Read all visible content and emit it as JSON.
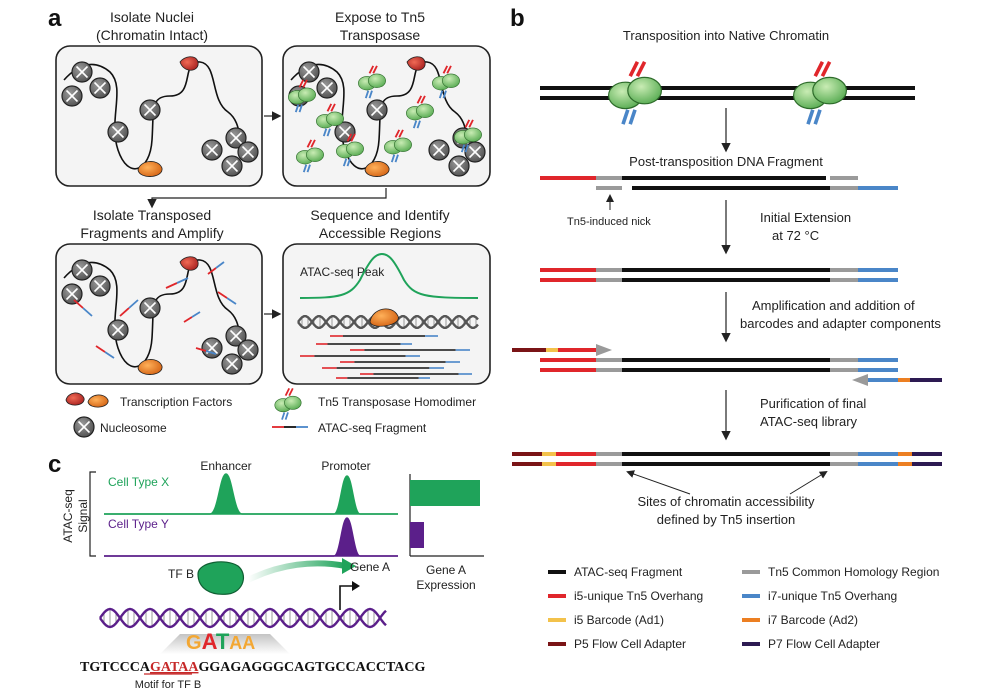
{
  "panel_a": {
    "label": "a",
    "step1_title": [
      "Isolate Nuclei",
      "(Chromatin Intact)"
    ],
    "step2_title": [
      "Expose to Tn5",
      "Transposase"
    ],
    "step3_title": [
      "Isolate Transposed",
      "Fragments and Amplify"
    ],
    "step4_title": [
      "Sequence and Identify",
      "Accessible Regions"
    ],
    "peak_label": "ATAC-seq Peak",
    "legend": {
      "transcription_factors": "Transcription Factors",
      "nucleosome": "Nucleosome",
      "tn5_homodimer": "Tn5 Transposase Homodimer",
      "atac_fragment": "ATAC-seq Fragment"
    }
  },
  "panel_b": {
    "label": "b",
    "title": "Transposition into Native Chromatin",
    "post_fragment": "Post-transposition DNA Fragment",
    "nick_label": "Tn5-induced nick",
    "initial_extension": [
      "Initial Extension",
      "at 72 °C"
    ],
    "amplification": [
      "Amplification and addition of",
      "barcodes and adapter components"
    ],
    "purification": [
      "Purification of final",
      "ATAC-seq library"
    ],
    "sites": [
      "Sites of chromatin accessibility",
      "defined by Tn5 insertion"
    ],
    "legend": [
      {
        "label": "ATAC-seq Fragment",
        "color": "#111111"
      },
      {
        "label": "Tn5 Common Homology Region",
        "color": "#9a9a9a"
      },
      {
        "label": "i5-unique Tn5 Overhang",
        "color": "#e0262b"
      },
      {
        "label": "i7-unique Tn5 Overhang",
        "color": "#4a86c8"
      },
      {
        "label": "i5 Barcode (Ad1)",
        "color": "#f3c24b"
      },
      {
        "label": "i7 Barcode (Ad2)",
        "color": "#ec7f22"
      },
      {
        "label": "P5 Flow Cell Adapter",
        "color": "#7a1416"
      },
      {
        "label": "P7 Flow Cell Adapter",
        "color": "#2d1a52"
      }
    ]
  },
  "panel_c": {
    "label": "c",
    "enhancer": "Enhancer",
    "promoter": "Promoter",
    "y_axis": [
      "ATAC-seq",
      "Signal"
    ],
    "cell_type_x": "Cell Type X",
    "cell_type_y": "Cell Type Y",
    "gene_expression": [
      "Gene A",
      "Expression"
    ],
    "tf_label": "TF B",
    "gene_label": "Gene A",
    "sequence_pre": "TGTCCCA",
    "sequence_motif": "GATAA",
    "sequence_post": "GGAGAGGGCAGTGCCACCTACG",
    "motif_logo": "GATAA",
    "motif_label": "Motif for TF B",
    "expression": {
      "cell_type_x": 1.0,
      "cell_type_y": 0.2
    }
  },
  "colors": {
    "green": "#1fa35a",
    "purple": "#5b1f8a",
    "tf_red": "#c62828",
    "tf_orange": "#ef7d22",
    "tn5_green": "#7fc86a",
    "nucleosome": "#6a6a6a"
  }
}
